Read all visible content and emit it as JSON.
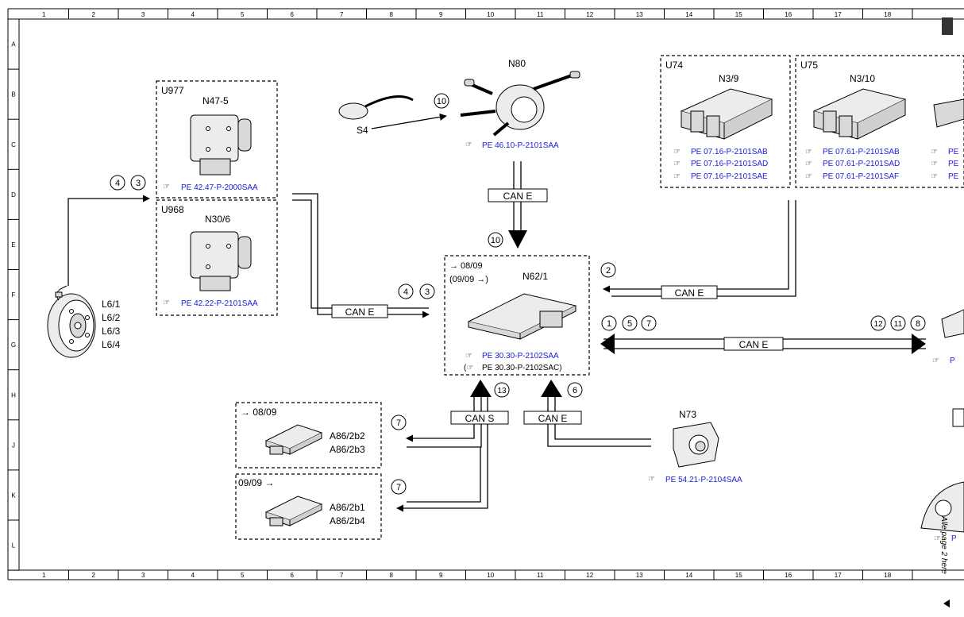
{
  "grid": {
    "columns": [
      "1",
      "2",
      "3",
      "4",
      "5",
      "6",
      "7",
      "8",
      "9",
      "10",
      "11",
      "12",
      "13",
      "14",
      "15",
      "16",
      "17",
      "18"
    ],
    "rows": [
      "A",
      "B",
      "C",
      "D",
      "E",
      "F",
      "G",
      "H",
      "J",
      "K",
      "L"
    ]
  },
  "groups": {
    "u977": {
      "code": "U977",
      "component": "N47-5",
      "ref": "PE 42.47-P-2000SAA"
    },
    "u968": {
      "code": "U968",
      "component": "N30/6",
      "ref": "PE 42.22-P-2101SAA"
    },
    "u74": {
      "code": "U74",
      "component": "N3/9",
      "refs": [
        "PE 07.16-P-2101SAB",
        "PE 07.16-P-2101SAD",
        "PE 07.16-P-2101SAE"
      ]
    },
    "u75": {
      "code": "U75",
      "component": "N3/10",
      "refs": [
        "PE 07.61-P-2101SAB",
        "PE 07.61-P-2101SAD",
        "PE 07.61-P-2101SAF"
      ]
    },
    "u75_cut": {
      "refs": [
        "PE",
        "PE",
        "PE"
      ]
    }
  },
  "components": {
    "n80": {
      "label": "N80",
      "ref": "PE 46.10-P-2101SAA",
      "circle": "10"
    },
    "s4": {
      "label": "S4"
    },
    "n62": {
      "label": "N62/1",
      "date_from": "→ 08/09",
      "date_until": "(09/09 →)",
      "ref1": "PE 30.30-P-2102SAA",
      "ref2": "PE 30.30-P-2102SAC)"
    },
    "n73": {
      "label": "N73",
      "ref": "PE 54.21-P-2104SAA"
    },
    "sensors": {
      "lines": [
        "L6/1",
        "L6/2",
        "L6/3",
        "L6/4"
      ]
    },
    "a86_top": {
      "date": "→ 08/09",
      "lines": [
        "A86/2b2",
        "A86/2b3"
      ]
    },
    "a86_bottom": {
      "date": "09/09 →",
      "lines": [
        "A86/2b1",
        "A86/2b4"
      ]
    },
    "right_cut": {
      "ref_g": "P",
      "ref_l": "P"
    }
  },
  "buses": {
    "top": "CAN E",
    "right_upper": "CAN E",
    "right_lower": "CAN E",
    "left": "CAN E",
    "bottom_s": "CAN S",
    "bottom_e": "CAN E"
  },
  "circles": {
    "sensor_a": "4",
    "sensor_b": "3",
    "n80": "10",
    "top_bus": "10",
    "left_bus_a": "4",
    "left_bus_b": "3",
    "right_upper": "2",
    "right_lower_a": "1",
    "right_lower_b": "5",
    "right_lower_c": "7",
    "right_lower_d": "12",
    "right_lower_e": "11",
    "right_lower_f": "8",
    "can_s": "13",
    "can_e": "6",
    "a86_top": "7",
    "a86_bottom": "7"
  },
  "footer": {
    "next_page": "Alle page 2 here"
  }
}
